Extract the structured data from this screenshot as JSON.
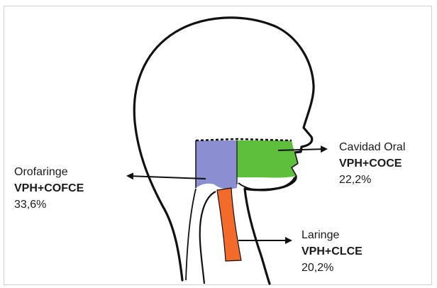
{
  "regions": {
    "orofaringe": {
      "name": "Orofaringe",
      "combo": "VPH+COFCE",
      "percent": "33,6%",
      "color": "#8b8ed0"
    },
    "cavidad_oral": {
      "name": "Cavidad Oral",
      "combo": "VPH+COCE",
      "percent": "22,2%",
      "color": "#5dbf3b"
    },
    "laringe": {
      "name": "Laringe",
      "combo": "VPH+CLCE",
      "percent": "20,2%",
      "color": "#f26b2b"
    }
  },
  "colors": {
    "outline": "#111111",
    "frame": "#cfcfcf",
    "arrow": "#111111"
  }
}
